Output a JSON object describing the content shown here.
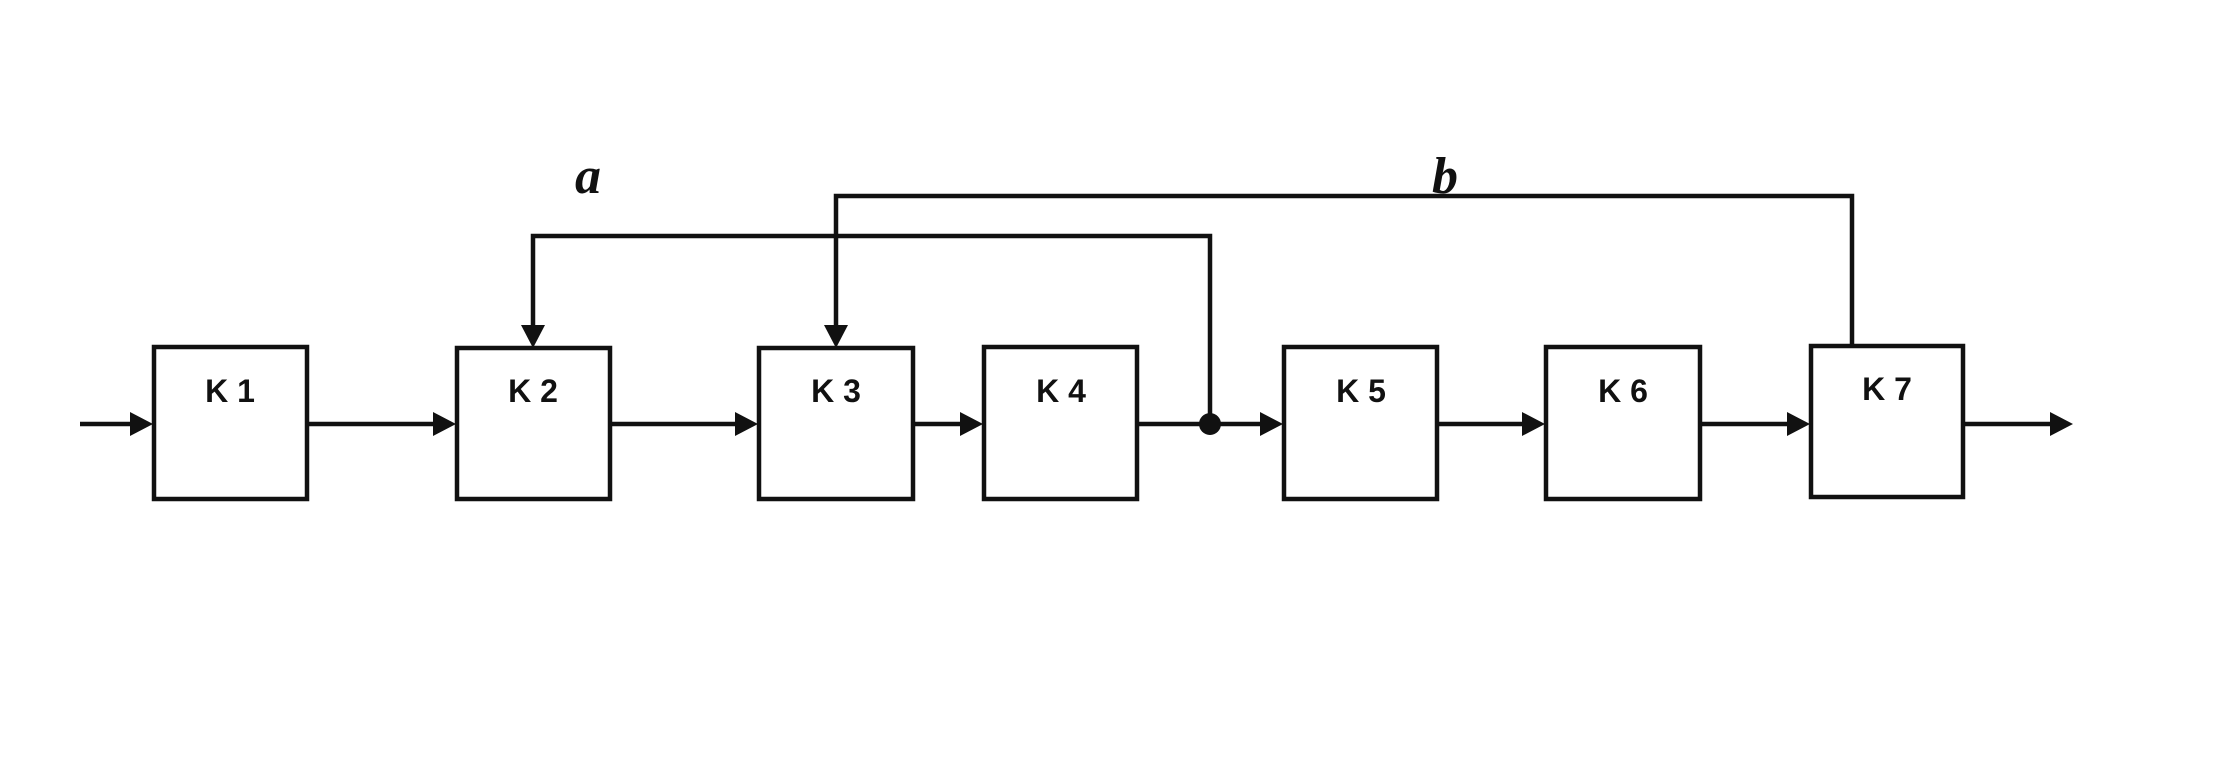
{
  "diagram": {
    "blocks": [
      {
        "id": "k1",
        "label": "K 1"
      },
      {
        "id": "k2",
        "label": "K 2"
      },
      {
        "id": "k3",
        "label": "K 3"
      },
      {
        "id": "k4",
        "label": "K 4"
      },
      {
        "id": "k5",
        "label": "K 5"
      },
      {
        "id": "k6",
        "label": "K 6"
      },
      {
        "id": "k7",
        "label": "K 7"
      }
    ],
    "feedback_loops": [
      {
        "id": "a",
        "label": "a",
        "from": "junction after K 4",
        "to": "K 2"
      },
      {
        "id": "b",
        "label": "b",
        "from": "K 7",
        "to": "K 3"
      }
    ]
  }
}
